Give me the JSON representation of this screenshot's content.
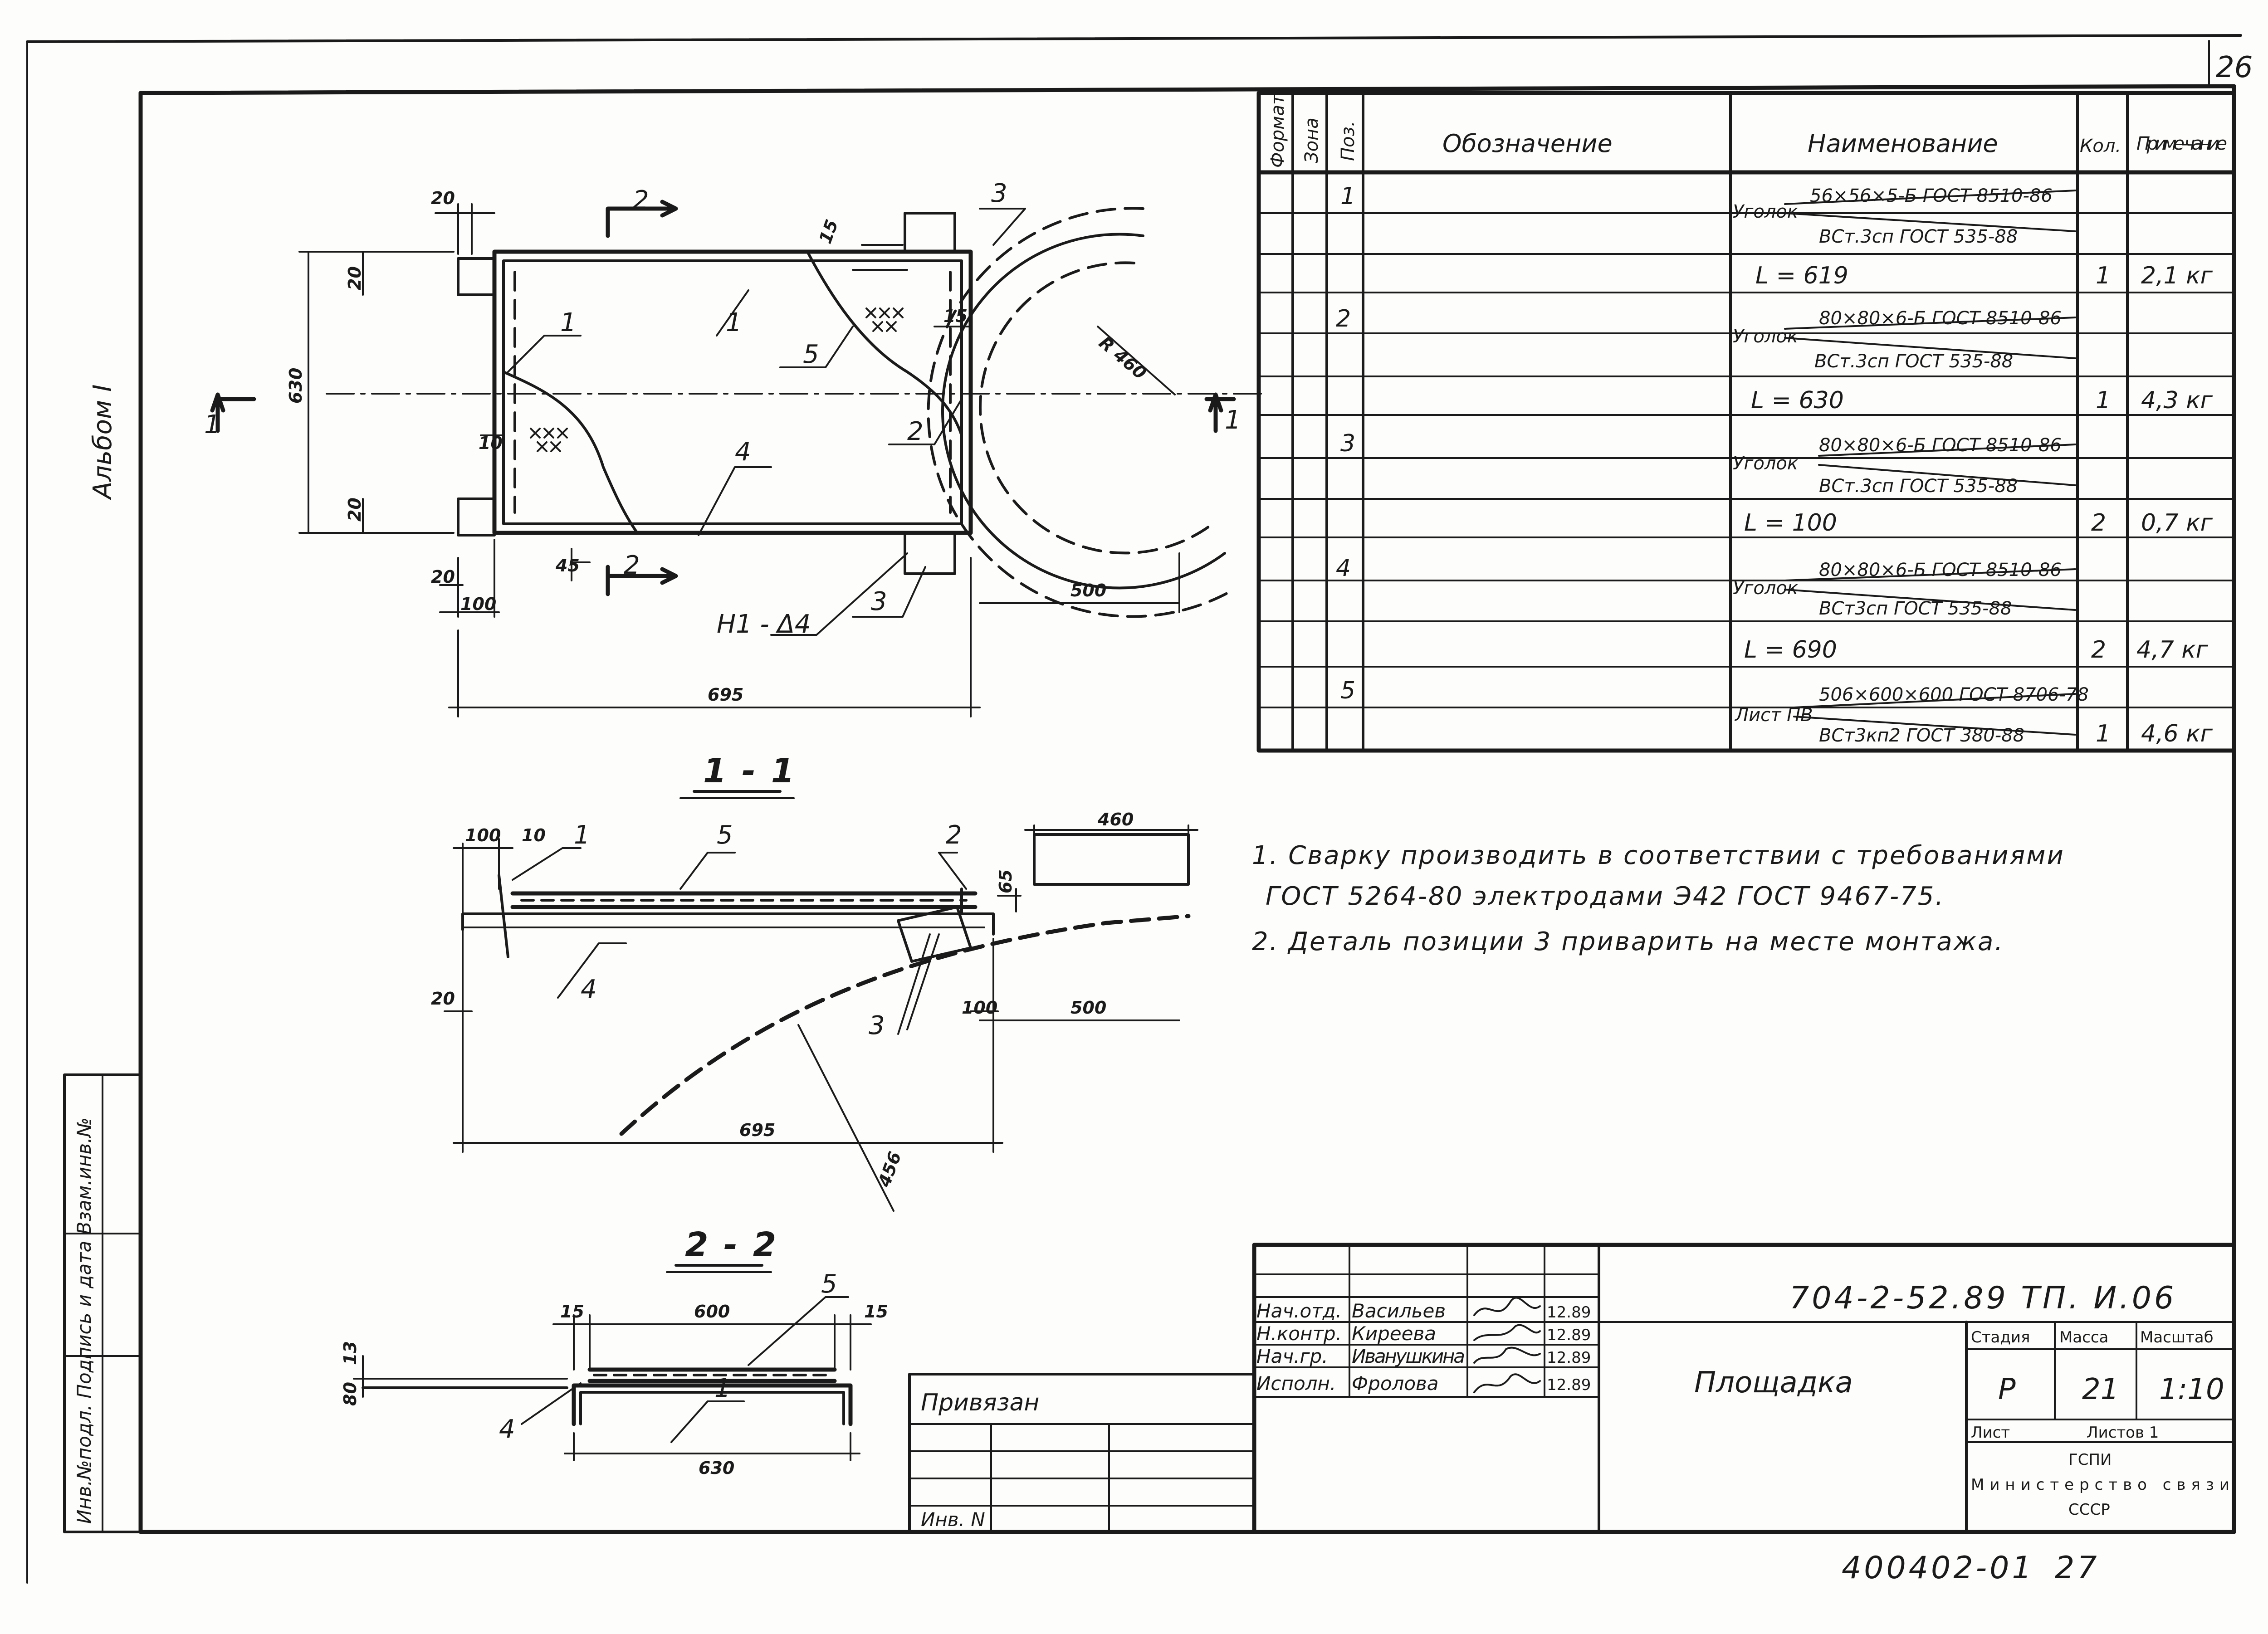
{
  "page_number": "26",
  "margin_label": "Альбом I",
  "spec_table": {
    "headers": [
      "Формат",
      "Зона",
      "Поз.",
      "Обозначение",
      "Наименование",
      "Кол.",
      "Приме-чание"
    ],
    "rows": [
      {
        "pos": "1",
        "name_main": "Уголок",
        "name_top": "56×56×5-Б ГОСТ 8510-86",
        "name_bottom": "ВСт.3сп ГОСТ 535-88",
        "length": "L = 619",
        "qty": "1",
        "note": "2,1 кг"
      },
      {
        "pos": "2",
        "name_main": "Уголок",
        "name_top": "80×80×6-Б ГОСТ 8510-86",
        "name_bottom": "ВСт.3сп ГОСТ 535-88",
        "length": "L = 630",
        "qty": "1",
        "note": "4,3 кг"
      },
      {
        "pos": "3",
        "name_main": "Уголок",
        "name_top": "80×80×6-Б ГОСТ 8510-86",
        "name_bottom": "ВСт.3сп ГОСТ 535-88",
        "length": "L = 100",
        "qty": "2",
        "note": "0,7 кг"
      },
      {
        "pos": "4",
        "name_main": "Уголок",
        "name_top": "80×80×6-Б ГОСТ 8510-86",
        "name_bottom": "ВСт3сп ГОСТ 535-88",
        "length": "L = 690",
        "qty": "2",
        "note": "4,7 кг"
      },
      {
        "pos": "5",
        "name_main": "Лист ПВ",
        "name_top": "506×600×600 ГОСТ 8706-78",
        "name_bottom": "ВСт3кп2 ГОСТ 380-88",
        "length": "",
        "qty": "1",
        "note": "4,6 кг"
      }
    ]
  },
  "notes": [
    "1. Сварку производить в соответствии с требованиями",
    "ГОСТ 5264-80 электродами Э42 ГОСТ 9467-75.",
    "2. Деталь позиции 3 приварить на месте монтажа."
  ],
  "plan_view": {
    "dims": {
      "d20a": "20",
      "d20b": "20",
      "d20c": "20",
      "d20d": "20",
      "d630": "630",
      "d15a": "15",
      "d15b": "15",
      "d10": "10",
      "d45": "45",
      "d100": "100",
      "d695": "695",
      "d500": "500",
      "radius": "R 460"
    },
    "positions": {
      "p1a": "1",
      "p1b": "1",
      "p2": "2",
      "p3a": "3",
      "p3b": "3",
      "p4": "4",
      "p5": "5"
    },
    "section_marks": {
      "s1_left": "1",
      "s1_right": "1",
      "s2_top": "2",
      "s2_bottom": "2"
    },
    "weld_mark": "Н1 - Δ4"
  },
  "section_1_1": {
    "title": "1 - 1",
    "dims": {
      "d100": "100",
      "d10": "10",
      "d460": "460",
      "d65": "65",
      "d20": "20",
      "d100b": "100",
      "d500": "500",
      "d695": "695",
      "r": "456"
    },
    "positions": {
      "p1": "1",
      "p2": "2",
      "p3": "3",
      "p4": "4",
      "p5": "5"
    }
  },
  "section_2_2": {
    "title": "2 - 2",
    "dims": {
      "d15a": "15",
      "d600": "600",
      "d15b": "15",
      "d13": "13",
      "d80": "80",
      "d630": "630"
    },
    "positions": {
      "p1": "1",
      "p4": "4",
      "p5": "5"
    }
  },
  "left_strip": "Инв.№подл. Подпись и дата Взам.инв.№",
  "binding_table": {
    "title": "Привязан",
    "inv": "Инв. N"
  },
  "title_block": {
    "doc_code": "704-2-52.89 ТП. И.06",
    "name": "Площадка",
    "signatures": [
      {
        "role": "Нач.отд.",
        "name": "Васильев",
        "date": "12.89"
      },
      {
        "role": "Н.контр.",
        "name": "Киреева",
        "date": "12.89"
      },
      {
        "role": "Нач.гр.",
        "name": "Иванушкина",
        "date": "12.89"
      },
      {
        "role": "Исполн.",
        "name": "Фролова",
        "date": "12.89"
      }
    ],
    "stage_label": "Стадия",
    "mass_label": "Масса",
    "scale_label": "Масштаб",
    "stage": "Р",
    "mass": "21",
    "scale": "1:10",
    "sheet_label": "Лист",
    "sheets_label": "Листов 1",
    "org_1": "ГСПИ",
    "org_2": "Министерство связи",
    "org_3": "СССР"
  },
  "footer_code": "400402-01",
  "footer_page": "27"
}
